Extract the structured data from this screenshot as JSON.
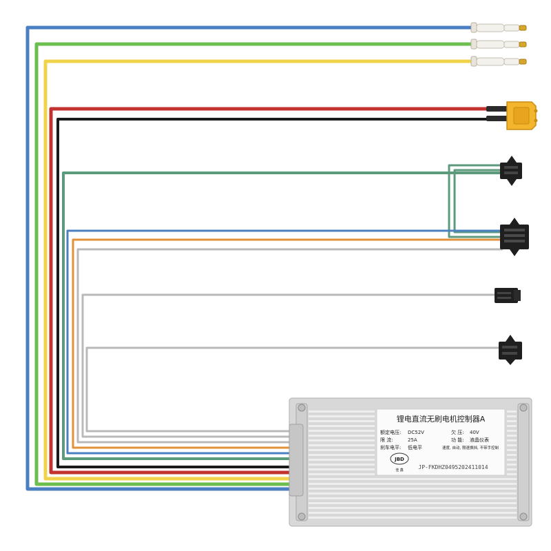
{
  "colors": {
    "blue": "#4a7fc1",
    "green": "#6cbf4f",
    "yellow": "#f0d34a",
    "red": "#c2322e",
    "black": "#1a1a1a",
    "teal": "#5c9a7c",
    "orange": "#e0913a",
    "gray": "#b9b9b9",
    "housing": "#dcdcdc",
    "fin": "#eeeeee",
    "xt60": "#f2b52c"
  },
  "label": {
    "title": "锂电直流无刷电机控制器A",
    "rated_voltage_label": "额定电压:",
    "rated_voltage_value": "DC52V",
    "undervoltage_label": "欠 压:",
    "undervoltage_value": "40V",
    "current_label": "限 流:",
    "current_value": "25A",
    "function_label": "功 能:",
    "function_value": "液晶仪表",
    "brake_label": "刹车电平:",
    "brake_value": "低电平",
    "features": "速度, 自动, 限速换挡, 不带手控制",
    "logo_text": "JBD",
    "brand": "佳 鑫",
    "serial": "JP-FKDHZ0495202411014"
  },
  "connectors": [
    {
      "name": "motor-phase-blue",
      "type": "bullet"
    },
    {
      "name": "motor-phase-green",
      "type": "bullet"
    },
    {
      "name": "motor-phase-yellow",
      "type": "bullet"
    },
    {
      "name": "battery-power",
      "type": "xt60"
    },
    {
      "name": "throttle-3pin",
      "type": "sm3"
    },
    {
      "name": "hall-display-4pin",
      "type": "sm4"
    },
    {
      "name": "brake-2pin",
      "type": "sm2"
    },
    {
      "name": "aux-2pin",
      "type": "sm2"
    }
  ]
}
